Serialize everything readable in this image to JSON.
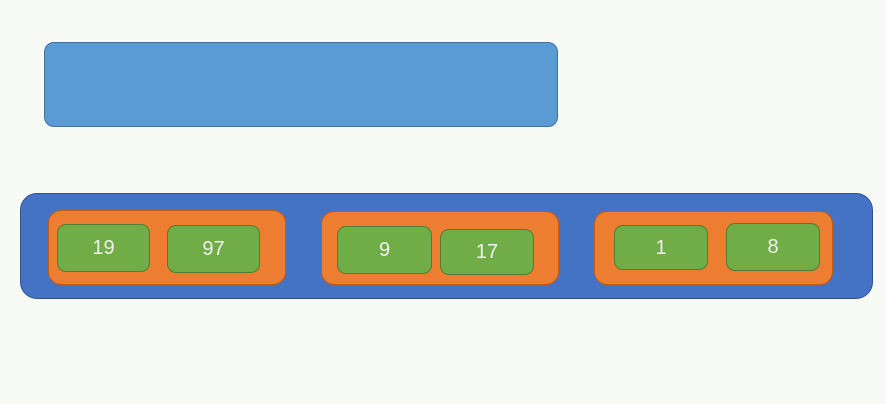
{
  "diagram": {
    "top_block": {
      "label": ""
    },
    "container": {
      "groups": [
        {
          "cells": [
            {
              "value": "19"
            },
            {
              "value": "97"
            }
          ]
        },
        {
          "cells": [
            {
              "value": "9"
            },
            {
              "value": "17"
            }
          ]
        },
        {
          "cells": [
            {
              "value": "1"
            },
            {
              "value": "8"
            }
          ]
        }
      ]
    },
    "colors": {
      "background": "#f8faf5",
      "top_block_fill": "#5b9bd5",
      "top_block_border": "#41719c",
      "container_fill": "#4472c4",
      "container_border": "#2f528f",
      "group_fill": "#ed7d31",
      "group_border": "#c55a11",
      "cell_fill": "#70ad47",
      "cell_border": "#507e32",
      "cell_text": "#f0f0f0"
    }
  }
}
